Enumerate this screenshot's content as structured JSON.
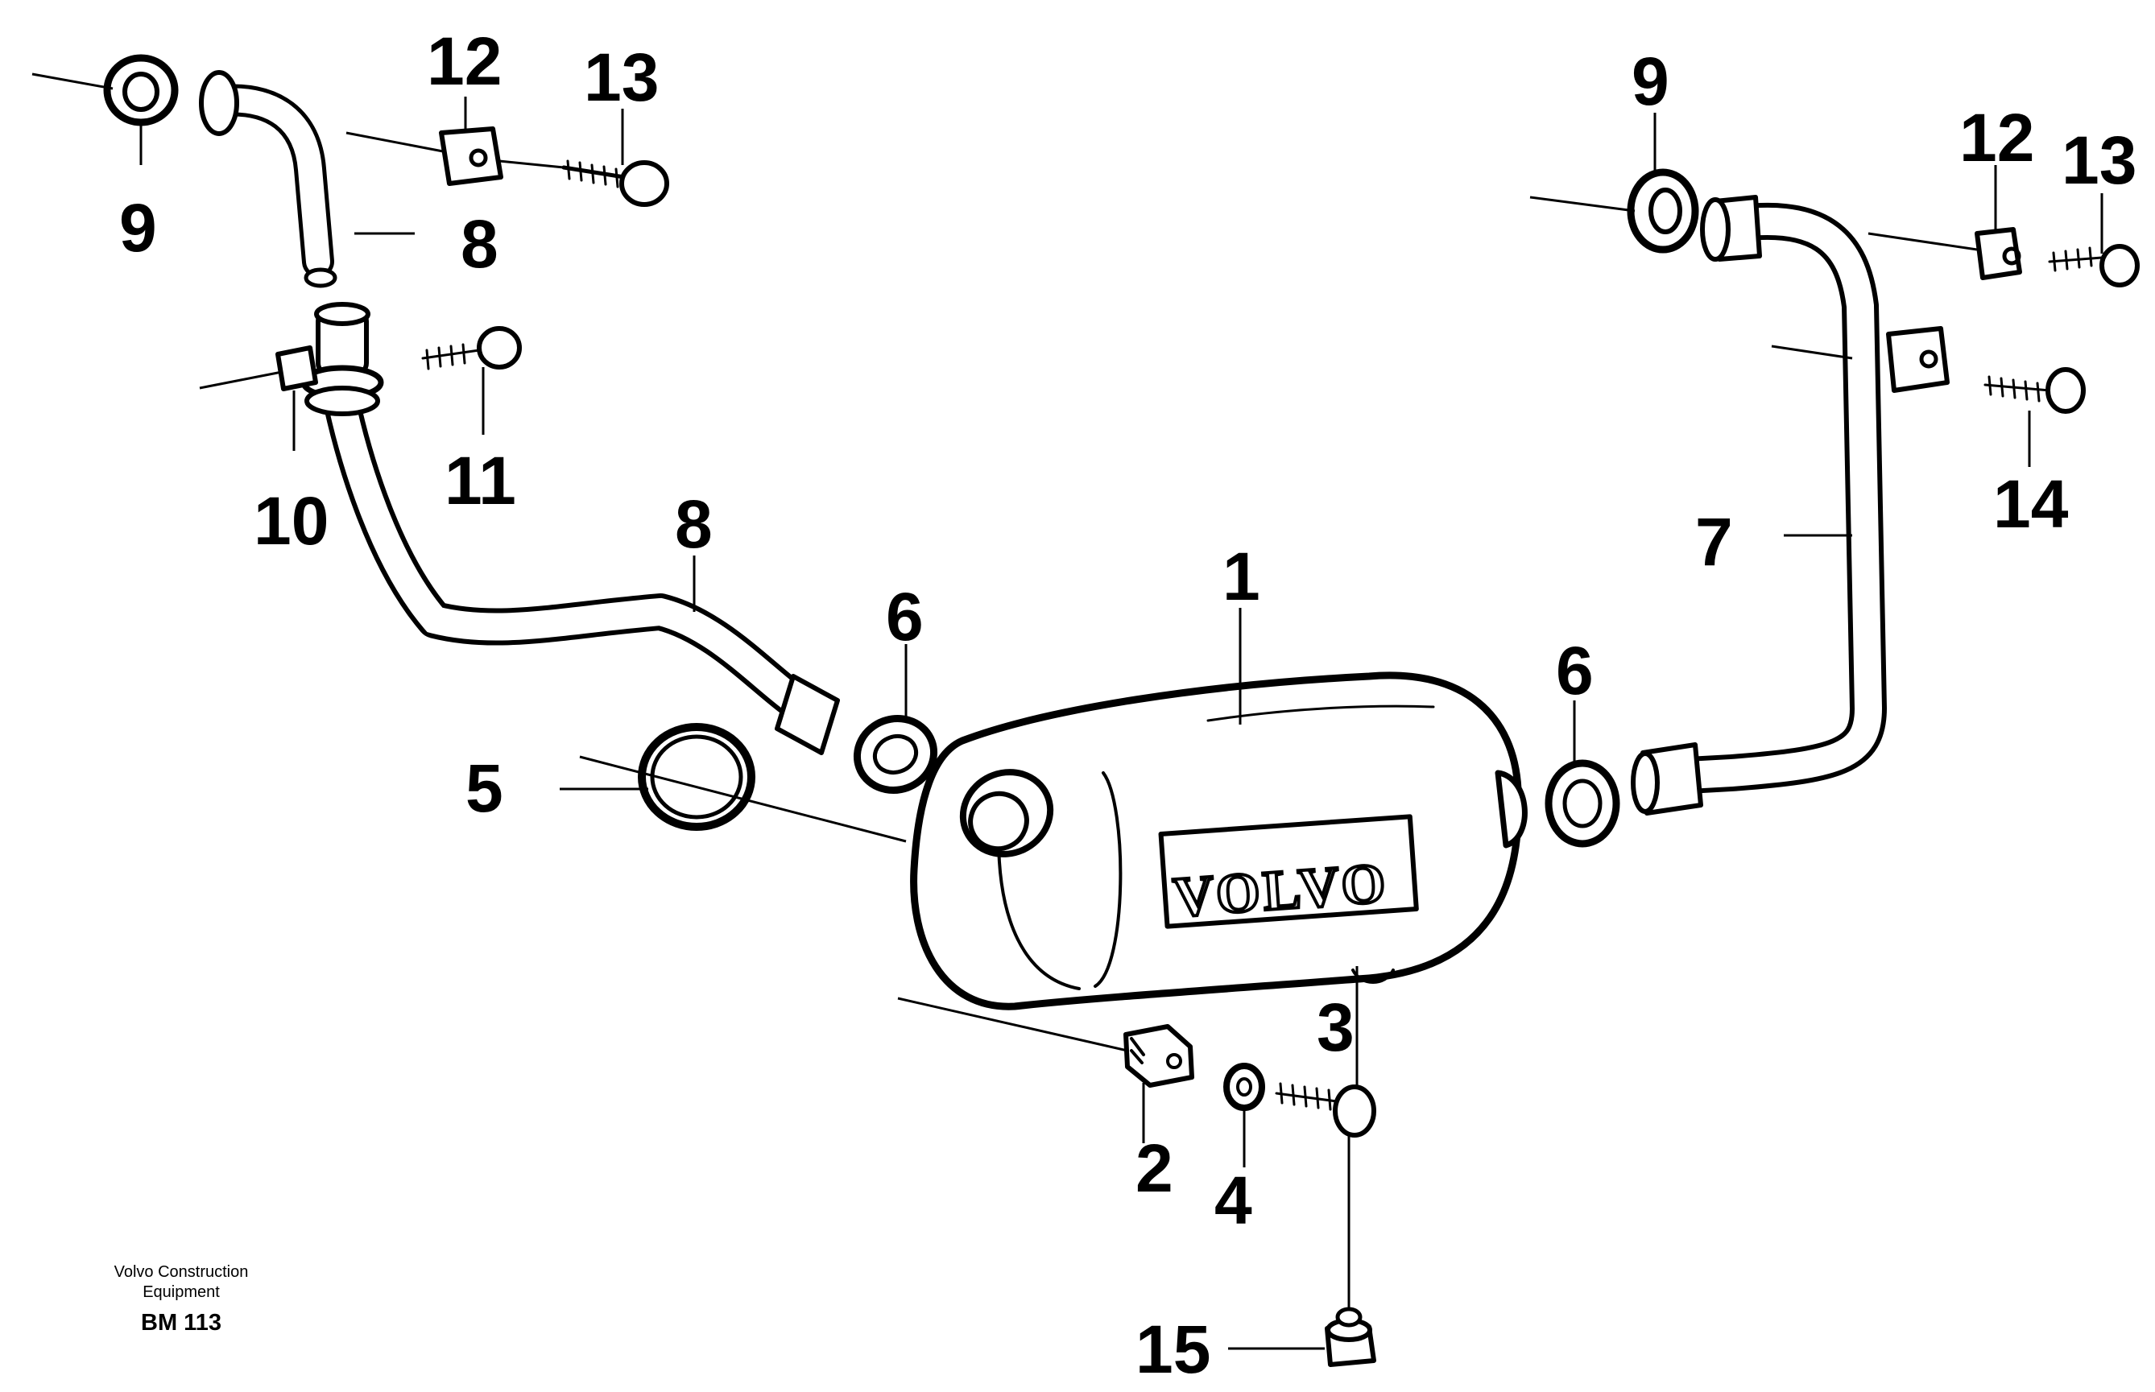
{
  "callouts": {
    "c1": "1",
    "c2": "2",
    "c3": "3",
    "c4": "4",
    "c5": "5",
    "c6a": "6",
    "c6b": "6",
    "c7": "7",
    "c8a": "8",
    "c8b": "8",
    "c9a": "9",
    "c9b": "9",
    "c10": "10",
    "c11": "11",
    "c12a": "12",
    "c12b": "12",
    "c13a": "13",
    "c13b": "13",
    "c14": "14",
    "c15": "15"
  },
  "logo": {
    "text": "VOLVO"
  },
  "caption": {
    "line1": "Volvo Construction",
    "line2": "Equipment",
    "code": "BM 113"
  }
}
